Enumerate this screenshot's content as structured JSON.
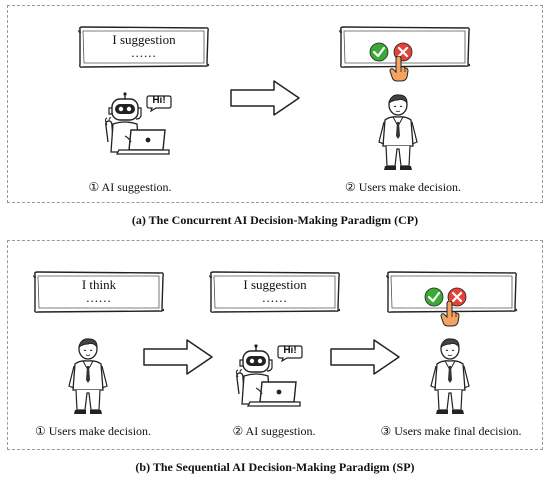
{
  "panel_a": {
    "caption": "(a) The Concurrent AI Decision-Making Paradigm (CP)",
    "bubble_ai": {
      "line1": "I suggestion",
      "line2": "......"
    },
    "robot_speech": "Hi!",
    "step1": "① AI suggestion.",
    "step2": "② Users make decision."
  },
  "panel_b": {
    "caption": "(b) The Sequential AI Decision-Making Paradigm (SP)",
    "bubble_user": {
      "line1": "I think",
      "line2": "......"
    },
    "bubble_ai": {
      "line1": "I suggestion",
      "line2": "......"
    },
    "robot_speech": "Hi!",
    "step1": "① Users make decision.",
    "step2": "② AI suggestion.",
    "step3": "③ Users make final decision."
  },
  "icons": {
    "accept": "check-circle-icon",
    "reject": "x-circle-icon",
    "hand": "pointing-hand-icon",
    "accept_color": "#3aaa35",
    "reject_color": "#e2443a",
    "hand_color": "#f2a460"
  }
}
